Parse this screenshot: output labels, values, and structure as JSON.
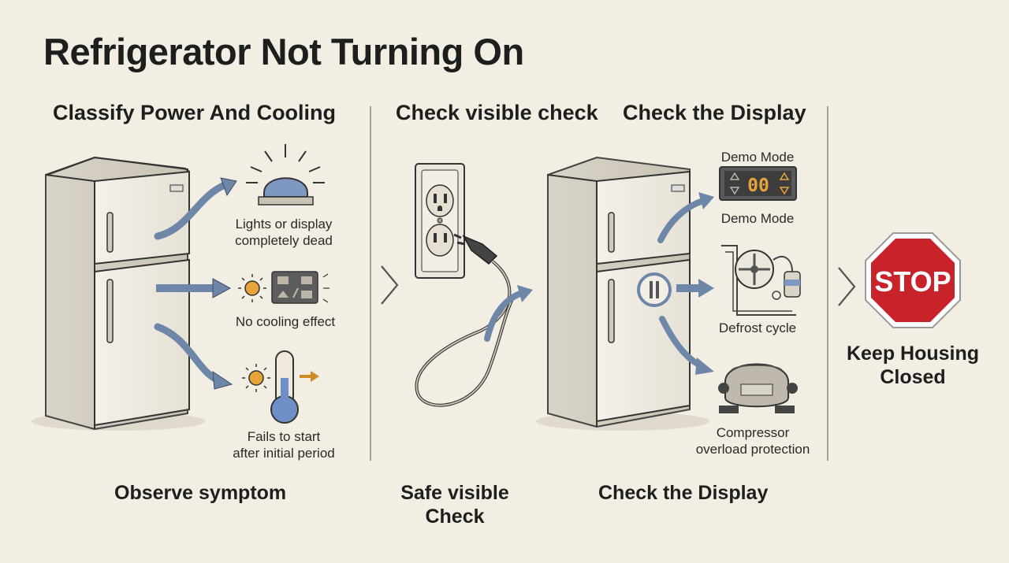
{
  "title": "Refrigerator Not Turning On",
  "steps": {
    "classify_heading": "Classify Power And Cooling",
    "visible_heading": "Check visible check",
    "display_heading": "Check the Display"
  },
  "symptoms": {
    "lights": "Lights or display\ncompletely dead",
    "cooling": "No cooling effect",
    "start": "Fails to start\nafter initial period"
  },
  "display_checks": {
    "demo_top": "Demo Mode",
    "demo_bottom": "Demo Mode",
    "defrost": "Defrost cycle",
    "compressor": "Compressor\noverload protection",
    "display_digits": "00"
  },
  "stop": {
    "sign_text": "STOP",
    "label": "Keep Housing\nClosed"
  },
  "footer": {
    "observe": "Observe symptom",
    "safe": "Safe visible\nCheck",
    "display": "Check the Display"
  },
  "colors": {
    "arrow_blue": "#6e86a8",
    "stop_red": "#c8232a",
    "bulb_orange": "#e8a33a"
  }
}
